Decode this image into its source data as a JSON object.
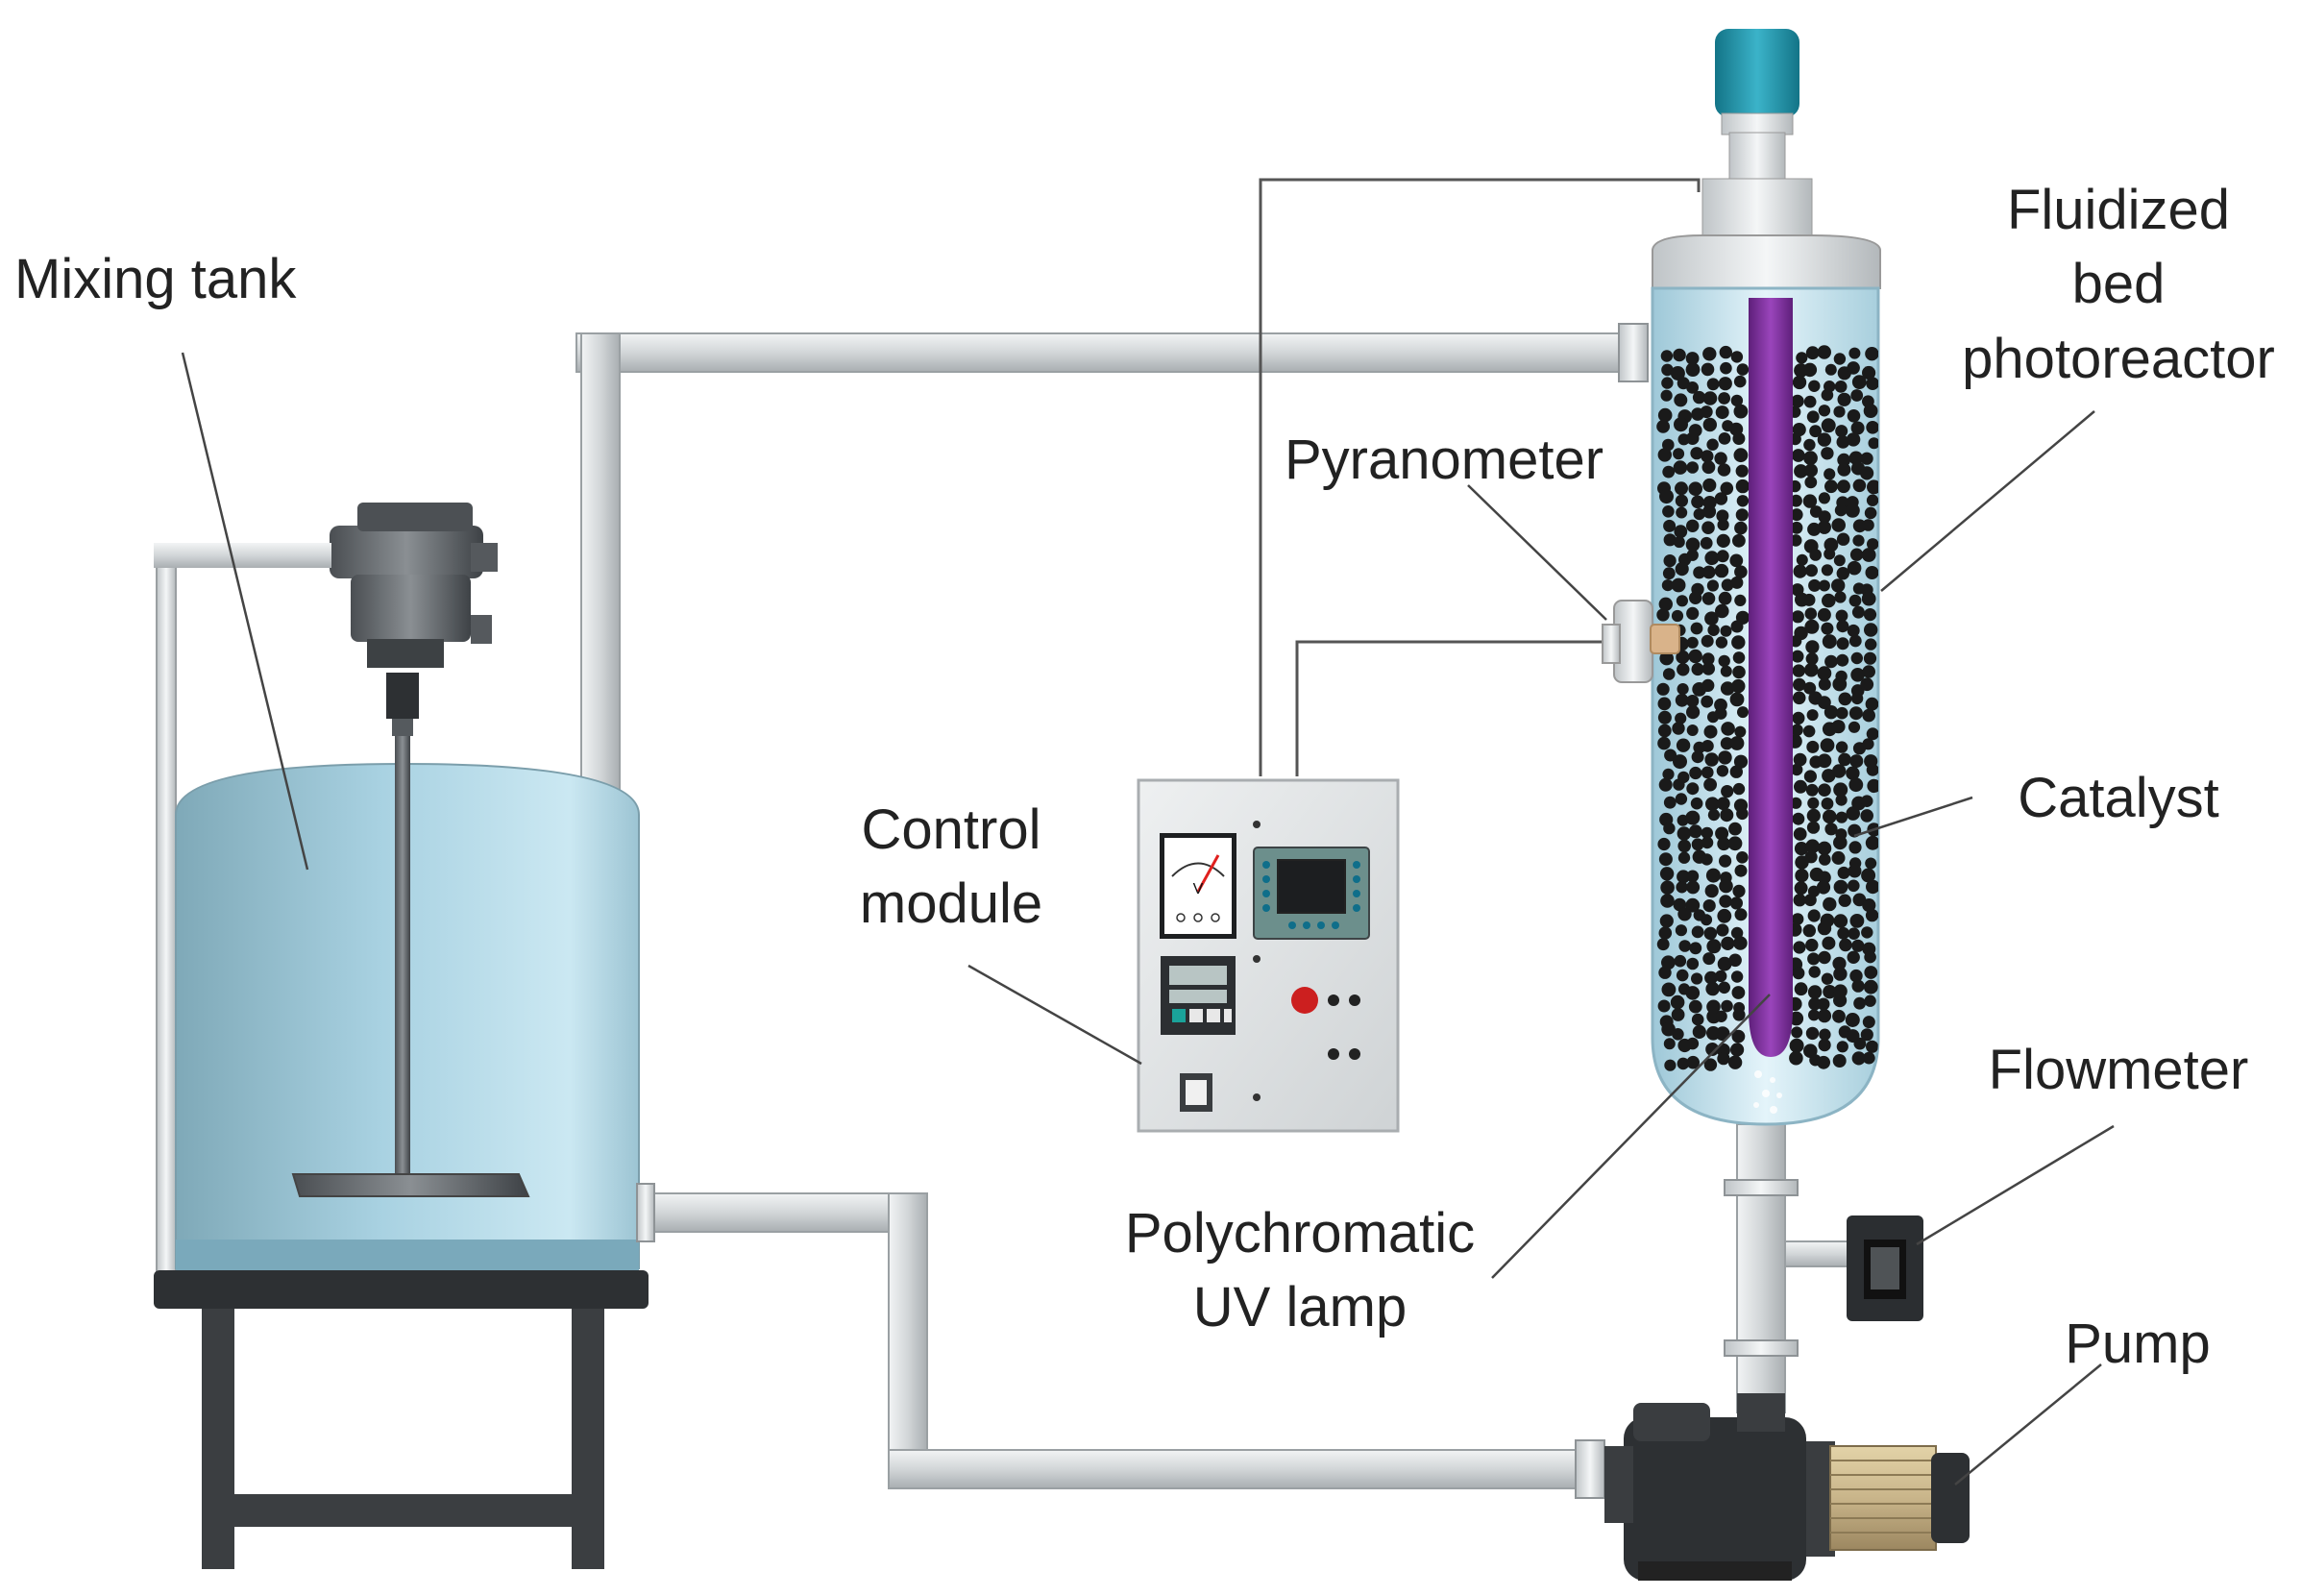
{
  "labels": {
    "mixing_tank": "Mixing tank",
    "fluidized_line1": "Fluidized",
    "fluidized_line2": "bed",
    "fluidized_line3": "photoreactor",
    "pyranometer": "Pyranometer",
    "control_line1": "Control",
    "control_line2": "module",
    "catalyst": "Catalyst",
    "flowmeter": "Flowmeter",
    "polychromatic_line1": "Polychromatic",
    "polychromatic_line2": "UV lamp",
    "pump": "Pump"
  },
  "meter_symbol": "V",
  "colors": {
    "tank_water": "#a9d2e2",
    "pipe": "#d4d8da",
    "uv_lamp": "#7b2d9a",
    "catalyst": "#1a1a1a",
    "cap": "#1f8fa6",
    "motor": "#c9b58a"
  }
}
